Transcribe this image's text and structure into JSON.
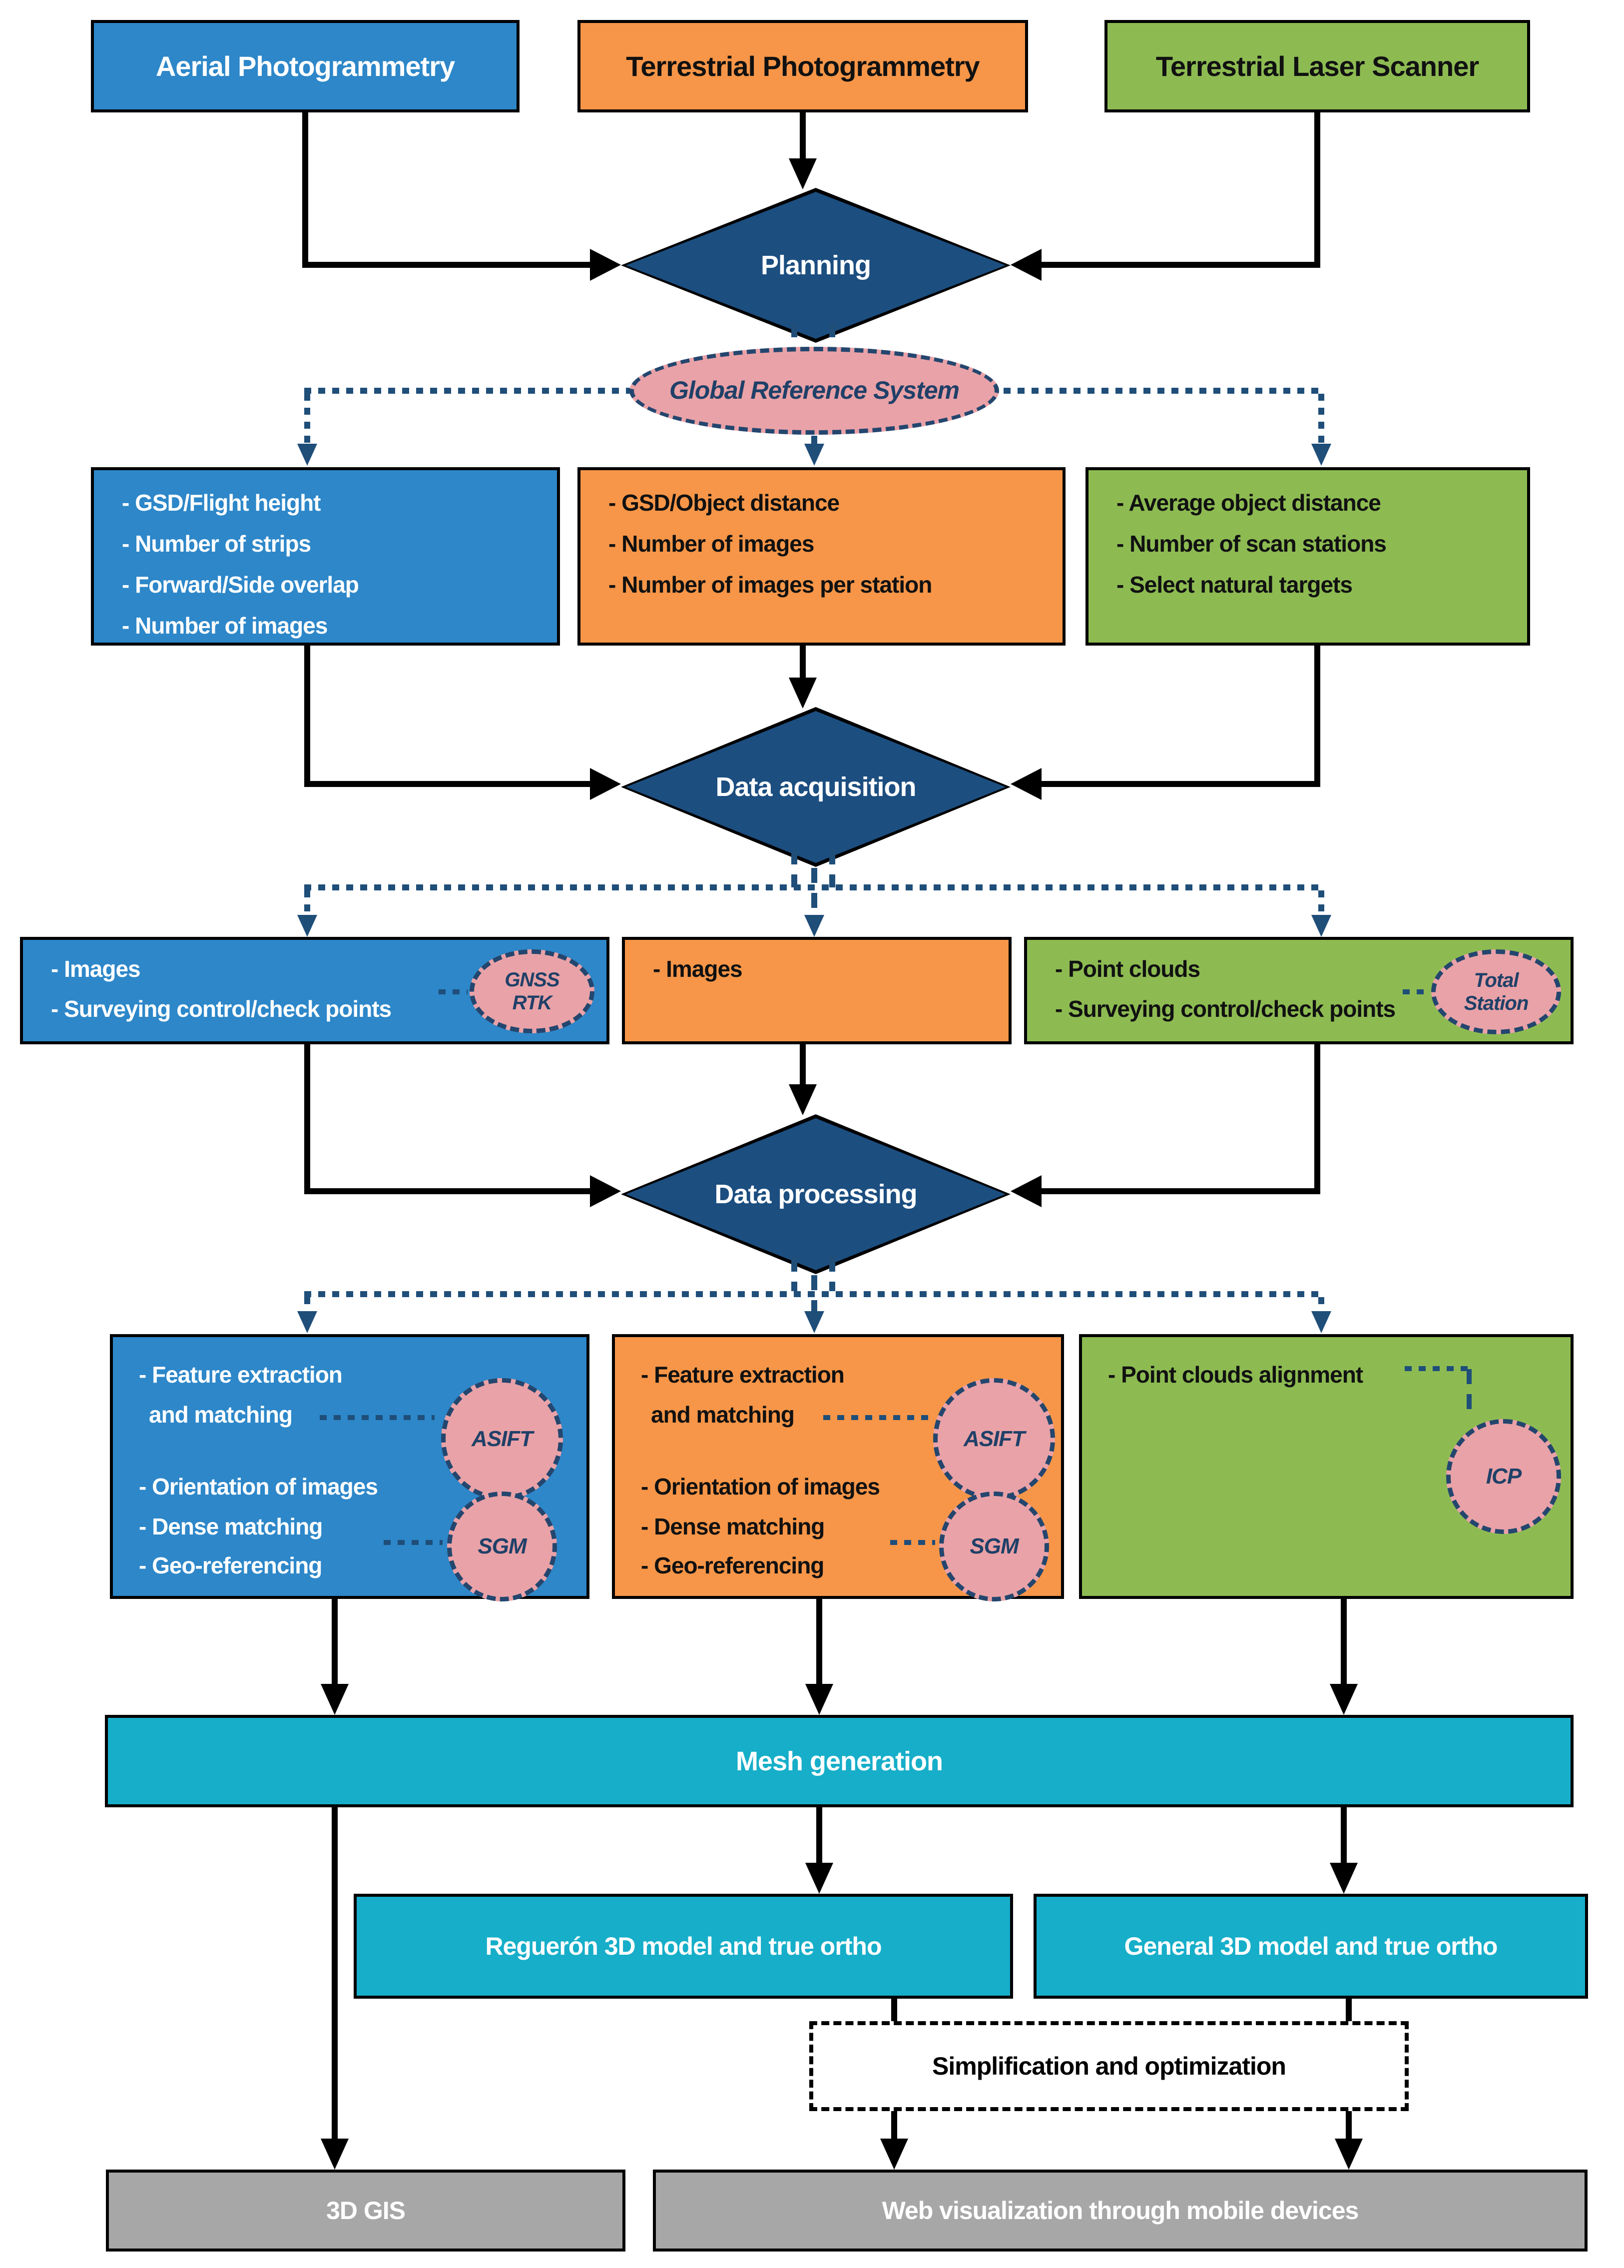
{
  "flow": {
    "sources": {
      "aerial": "Aerial Photogrammetry",
      "terrestrial_photo": "Terrestrial Photogrammetry",
      "laser": "Terrestrial Laser Scanner"
    },
    "stages": {
      "planning": "Planning",
      "acquisition": "Data acquisition",
      "processing": "Data processing"
    },
    "reference": "Global Reference System",
    "planning_outputs": {
      "aerial": [
        "- GSD/Flight height",
        "- Number of strips",
        "- Forward/Side overlap",
        "- Number of images"
      ],
      "terrestrial": [
        "- GSD/Object distance",
        "- Number of images",
        "- Number of images per station"
      ],
      "laser": [
        "- Average object distance",
        "- Number of scan stations",
        "- Select natural targets"
      ]
    },
    "acquisition_outputs": {
      "aerial": [
        "- Images",
        "- Surveying control/check points"
      ],
      "terrestrial": [
        "- Images"
      ],
      "laser": [
        "- Point clouds",
        "- Surveying control/check points"
      ]
    },
    "instruments": {
      "gnss": [
        "GNSS",
        "RTK"
      ],
      "total_station": [
        "Total",
        "Station"
      ]
    },
    "processing_steps": {
      "aerial": [
        "- Feature extraction",
        "and matching",
        "- Orientation of images",
        "- Dense matching",
        "- Geo-referencing"
      ],
      "terrestrial": [
        "- Feature extraction",
        "and matching",
        "- Orientation of images",
        "- Dense matching",
        "- Geo-referencing"
      ],
      "laser": [
        "- Point clouds alignment"
      ]
    },
    "algorithms": {
      "asift": "ASIFT",
      "sgm": "SGM",
      "icp": "ICP"
    },
    "mesh": "Mesh generation",
    "models": {
      "regueron": "Reguerón 3D model and true ortho",
      "general": "General 3D model and true ortho"
    },
    "simplification": "Simplification and optimization",
    "outputs": {
      "gis": "3D GIS",
      "web": "Web visualization through mobile devices"
    }
  },
  "palette": {
    "aerial_blue": "#2D87C9",
    "terrestrial_orange": "#F79648",
    "laser_green": "#8DBB52",
    "stage_navy": "#1C4E80",
    "annotation_pink": "#E9A2A7",
    "annotation_border_navy": "#24466E",
    "result_teal": "#16AEC9",
    "output_gray": "#A7A7A7",
    "connector_black": "#000000",
    "connector_dotted_navy": "#1F4E79"
  }
}
